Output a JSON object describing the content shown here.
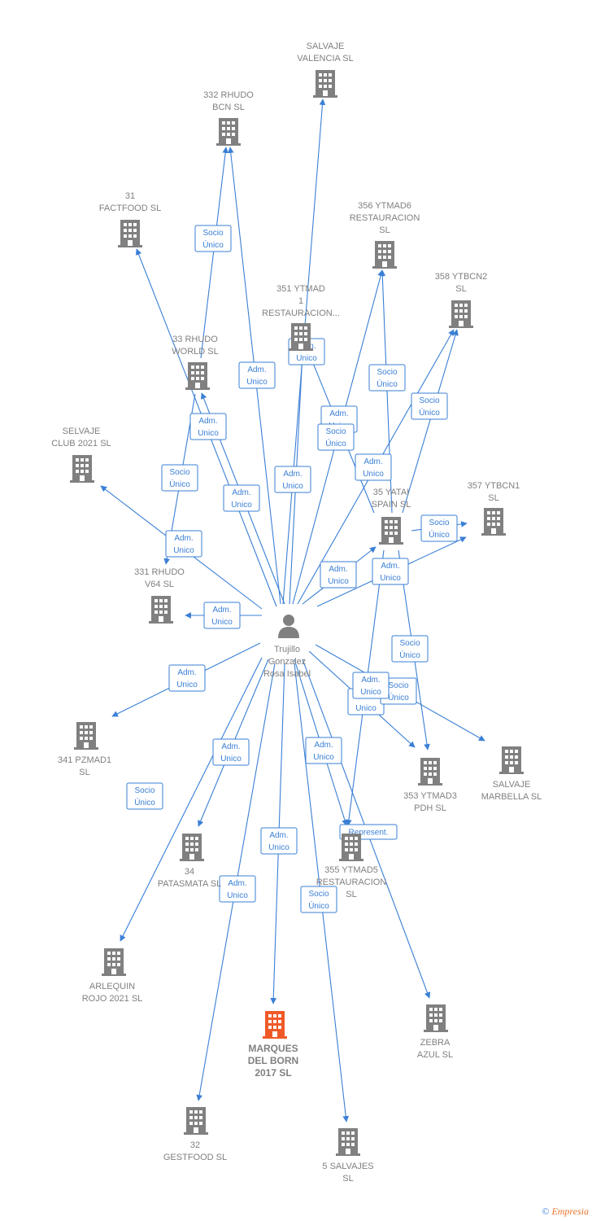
{
  "colors": {
    "edge": "#3a7fd5",
    "company": "#808080",
    "focus_company": "#f05a28",
    "person": "#808080"
  },
  "person": {
    "icon": "person-icon",
    "lines": [
      "Trujillo",
      "Gonzalez",
      "Rosa Isabel"
    ]
  },
  "companies": [
    {
      "id": "salvaje_valencia",
      "lines": [
        "SALVAJE",
        "VALENCIA  SL"
      ]
    },
    {
      "id": "rhudo_bcn",
      "lines": [
        "332 RHUDO",
        "BCN  SL"
      ]
    },
    {
      "id": "factfood",
      "lines": [
        "31",
        "FACTFOOD  SL"
      ]
    },
    {
      "id": "ytmad6",
      "lines": [
        "356 YTMAD6",
        "RESTAURACION",
        "SL"
      ]
    },
    {
      "id": "ytbcn2",
      "lines": [
        "358 YTBCN2",
        "SL"
      ]
    },
    {
      "id": "ytmad1",
      "lines": [
        "351 YTMAD",
        "1",
        "RESTAURACION..."
      ]
    },
    {
      "id": "rhudo_world",
      "lines": [
        "33 RHUDO",
        "WORLD  SL"
      ]
    },
    {
      "id": "salvaje_club",
      "lines": [
        "SELVAJE",
        "CLUB 2021  SL"
      ]
    },
    {
      "id": "yatai",
      "lines": [
        "35 YATAI",
        "SPAIN  SL"
      ]
    },
    {
      "id": "ytbcn1",
      "lines": [
        "357 YTBCN1",
        "SL"
      ]
    },
    {
      "id": "rhudo_v64",
      "lines": [
        "331 RHUDO",
        "V64  SL"
      ]
    },
    {
      "id": "pzmad1",
      "lines": [
        "341 PZMAD1",
        "SL"
      ]
    },
    {
      "id": "ytmad3",
      "lines": [
        "353 YTMAD3",
        "PDH  SL"
      ]
    },
    {
      "id": "salvaje_marbella",
      "lines": [
        "SALVAJE",
        "MARBELLA  SL"
      ]
    },
    {
      "id": "patasmata",
      "lines": [
        "34",
        "PATASMATA  SL"
      ]
    },
    {
      "id": "ytmad5",
      "lines": [
        "355 YTMAD5",
        "RESTAURACION",
        "SL"
      ]
    },
    {
      "id": "arlequin",
      "lines": [
        "ARLEQUIN",
        "ROJO 2021  SL"
      ]
    },
    {
      "id": "marques",
      "lines": [
        "MARQUES",
        "DEL BORN",
        "2017  SL"
      ],
      "focus": true
    },
    {
      "id": "zebra",
      "lines": [
        "ZEBRA",
        "AZUL  SL"
      ]
    },
    {
      "id": "gestfood",
      "lines": [
        "32",
        "GESTFOOD  SL"
      ]
    },
    {
      "id": "salvajes5",
      "lines": [
        "5 SALVAJES",
        "SL"
      ]
    }
  ],
  "relations": [
    {
      "from": "person",
      "to": "salvaje_valencia",
      "label": [
        "Adm.",
        "Unico"
      ]
    },
    {
      "from": "person",
      "to": "rhudo_bcn",
      "label": [
        "Adm.",
        "Unico"
      ]
    },
    {
      "from": "rhudo_world",
      "to": "rhudo_bcn",
      "label": [
        "Socio",
        "Único"
      ]
    },
    {
      "from": "person",
      "to": "factfood",
      "label": [
        "Adm.",
        "Unico"
      ]
    },
    {
      "from": "person",
      "to": "ytmad6",
      "label": [
        "Adm.",
        "Unico"
      ]
    },
    {
      "from": "yatai",
      "to": "ytmad6",
      "label": [
        "Socio",
        "Único"
      ]
    },
    {
      "from": "person",
      "to": "ytbcn2",
      "label": [
        "Adm.",
        "Unico"
      ]
    },
    {
      "from": "yatai",
      "to": "ytbcn2",
      "label": [
        "Socio",
        "Único"
      ]
    },
    {
      "from": "person",
      "to": "ytmad1",
      "label": [
        "Adm.",
        "Unico"
      ]
    },
    {
      "from": "yatai",
      "to": "ytmad1",
      "label": [
        "Socio",
        "Único"
      ]
    },
    {
      "from": "person",
      "to": "rhudo_world",
      "label": [
        "Adm.",
        "Unico"
      ]
    },
    {
      "from": "person",
      "to": "salvaje_club",
      "label": [
        "Adm.",
        "Unico"
      ]
    },
    {
      "from": "person",
      "to": "yatai",
      "label": [
        "Adm.",
        "Unico"
      ]
    },
    {
      "from": "yatai",
      "to": "ytbcn1",
      "label": [
        "Socio",
        "Único"
      ]
    },
    {
      "from": "person",
      "to": "ytbcn1",
      "label": [
        "Adm.",
        "Unico"
      ]
    },
    {
      "from": "rhudo_world",
      "to": "rhudo_v64",
      "label": [
        "Socio",
        "Único"
      ]
    },
    {
      "from": "person",
      "to": "rhudo_v64",
      "label": [
        "Adm.",
        "Unico"
      ]
    },
    {
      "from": "person",
      "to": "pzmad1",
      "label": [
        "Adm.",
        "Unico"
      ]
    },
    {
      "from": "yatai",
      "to": "ytmad3",
      "label": [
        "Socio",
        "Único"
      ]
    },
    {
      "from": "person",
      "to": "ytmad3",
      "label": [
        "Adm.",
        "Unico"
      ]
    },
    {
      "from": "person",
      "to": "salvaje_marbella",
      "label": [
        "Socio",
        "Único"
      ]
    },
    {
      "from": "person",
      "to": "patasmata",
      "label": [
        "Adm.",
        "Unico"
      ]
    },
    {
      "from": "person",
      "to": "arlequin",
      "label": [
        "Socio",
        "Único"
      ]
    },
    {
      "from": "yatai",
      "to": "ytmad5",
      "label": [
        "Represent."
      ]
    },
    {
      "from": "person",
      "to": "ytmad5",
      "label": [
        "Adm.",
        "Unico"
      ]
    },
    {
      "from": "person",
      "to": "marques",
      "label": [
        "Adm.",
        "Unico"
      ]
    },
    {
      "from": "person",
      "to": "zebra",
      "label": [
        "Adm.",
        "Unico"
      ]
    },
    {
      "from": "person",
      "to": "gestfood",
      "label": [
        "Adm.",
        "Unico"
      ]
    },
    {
      "from": "person",
      "to": "salvajes5",
      "label": [
        "Socio",
        "Único"
      ]
    }
  ],
  "brand": {
    "copyright": "©",
    "name": "Empresia"
  }
}
